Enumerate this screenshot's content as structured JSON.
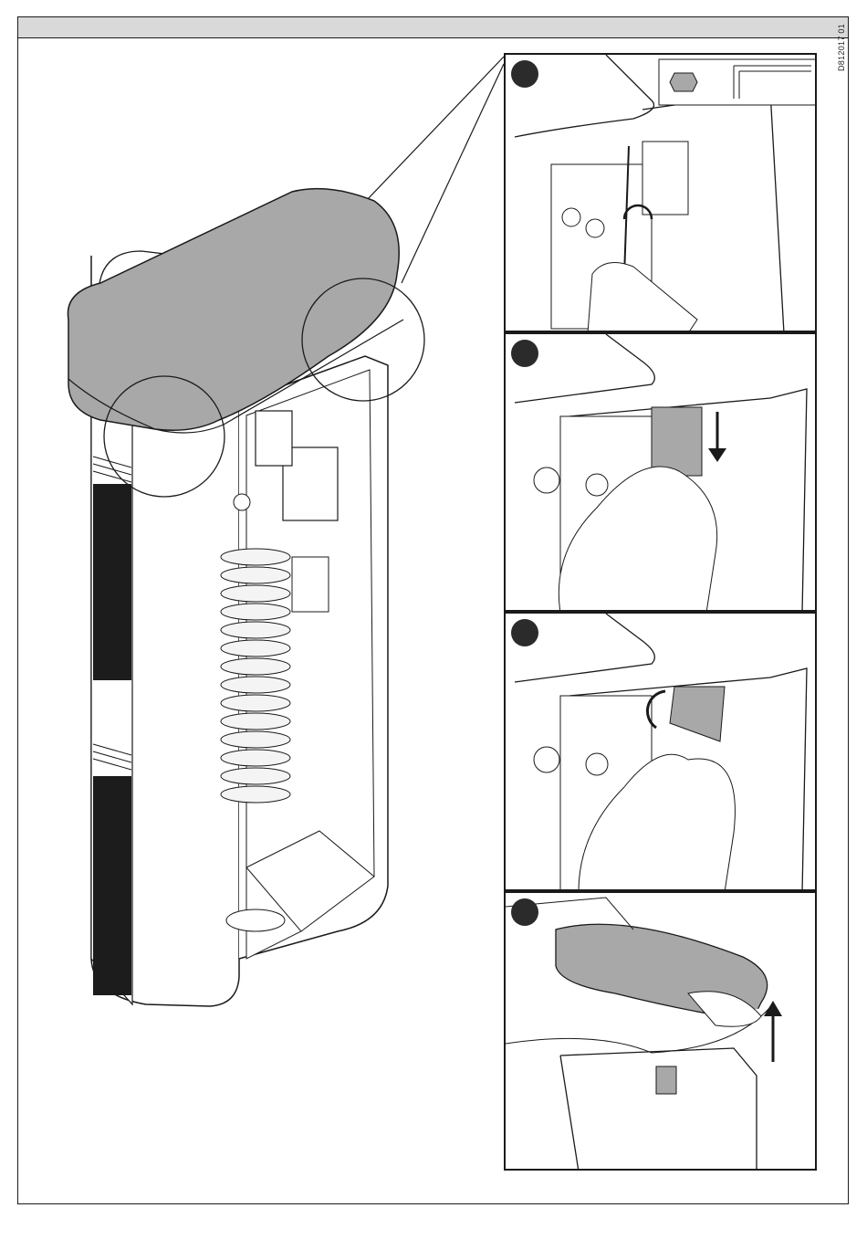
{
  "document": {
    "code": "D812017 01",
    "steps": [
      {
        "number": "",
        "action": "loosen-screw"
      },
      {
        "number": "",
        "action": "slide-down-bracket"
      },
      {
        "number": "",
        "action": "rotate-bracket"
      },
      {
        "number": "",
        "action": "lift-cover"
      }
    ]
  },
  "colors": {
    "cover_gray": "#a8a8a8",
    "line": "#1a1a1a",
    "vent_dark": "#1c1c1c",
    "header_gray": "#d9d9d9"
  }
}
